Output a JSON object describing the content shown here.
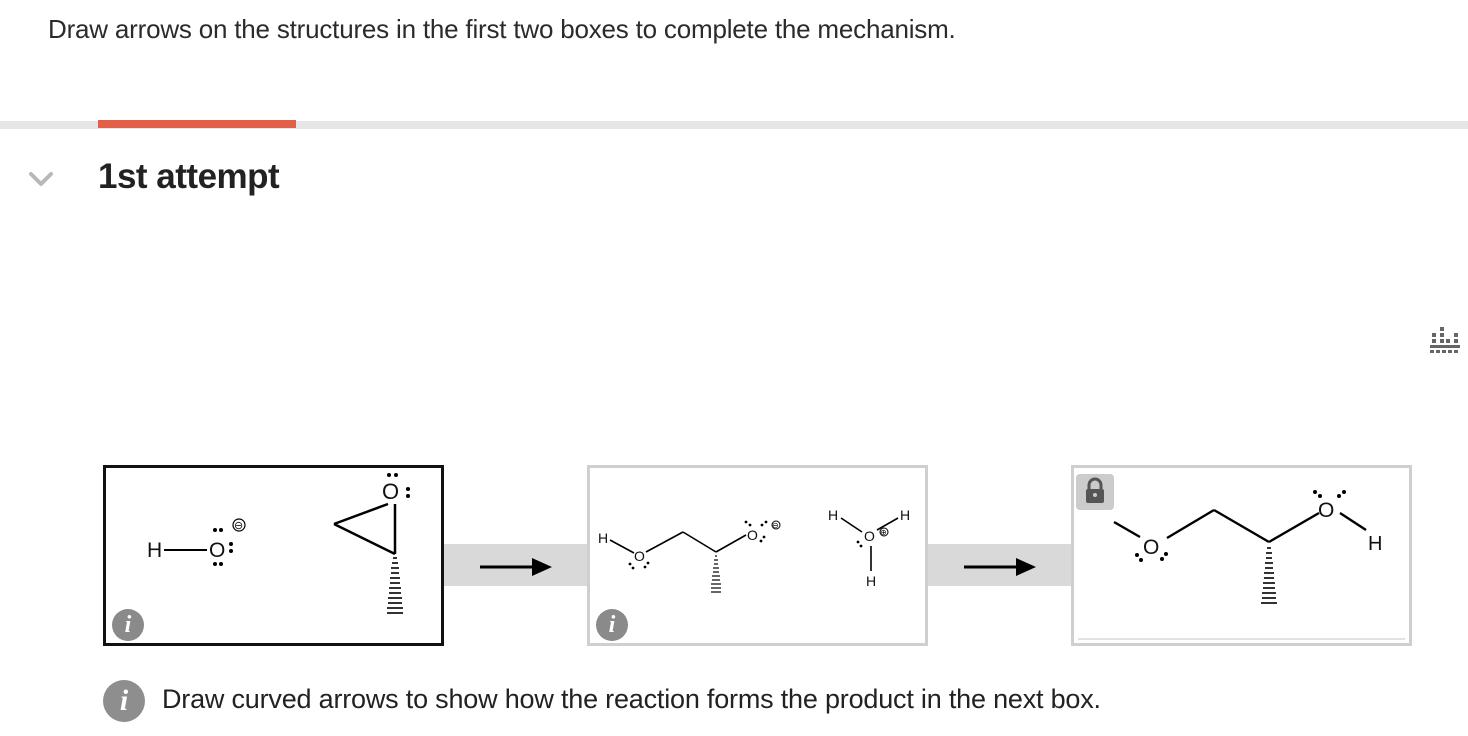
{
  "question": {
    "text": "Draw arrows on the structures in the first two boxes to complete the mechanism."
  },
  "attempt": {
    "title": "1st attempt"
  },
  "hint": {
    "icon_letter": "i",
    "text": "Draw curved arrows to show how the reaction forms the product in the next box."
  },
  "boxes": [
    {
      "state": "selected",
      "atoms": {
        "h": "H",
        "o1": "O",
        "o2": "O"
      },
      "charges": [
        "⊖"
      ],
      "info_icon": "i"
    },
    {
      "state": "editable",
      "atoms": {
        "h1": "H",
        "o1": "O",
        "o2": "O",
        "h2": "H",
        "o3": "O",
        "h3": "H",
        "h4": "H"
      },
      "charges": [
        "⊖",
        "⊕"
      ],
      "info_icon": "i"
    },
    {
      "state": "locked",
      "atoms": {
        "o1": "O",
        "o2": "O",
        "h1": "H"
      },
      "charges": []
    }
  ],
  "icons": {
    "collapse": "chevron-down-icon",
    "tool": "sketch-tool-icon",
    "arrow": "arrow-right-icon",
    "lock": "lock-icon",
    "info": "info-icon"
  },
  "colors": {
    "accent": "#e2604a",
    "selected_border": "#111111",
    "inactive_border": "#cfcfcf",
    "connector": "#d9d9d9",
    "info": "#8a8a8a"
  }
}
